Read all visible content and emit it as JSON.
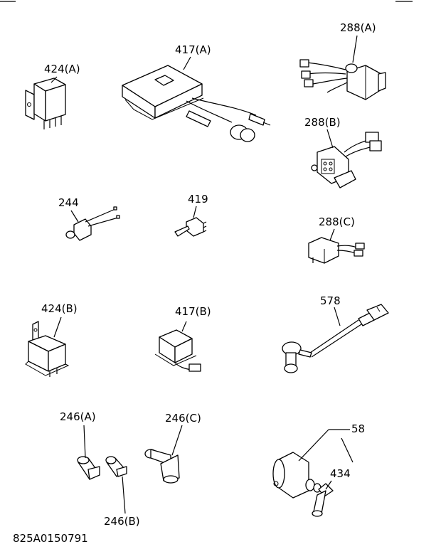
{
  "labels": {
    "p424a": "424(A)",
    "p417a": "417(A)",
    "p288a": "288(A)",
    "p288b": "288(B)",
    "p244": "244",
    "p419": "419",
    "p288c": "288(C)",
    "p424b": "424(B)",
    "p417b": "417(B)",
    "p578": "578",
    "p246a": "246(A)",
    "p246c": "246(C)",
    "p58": "58",
    "p434": "434",
    "p246b": "246(B)"
  },
  "drawing_code": "825A0150791"
}
